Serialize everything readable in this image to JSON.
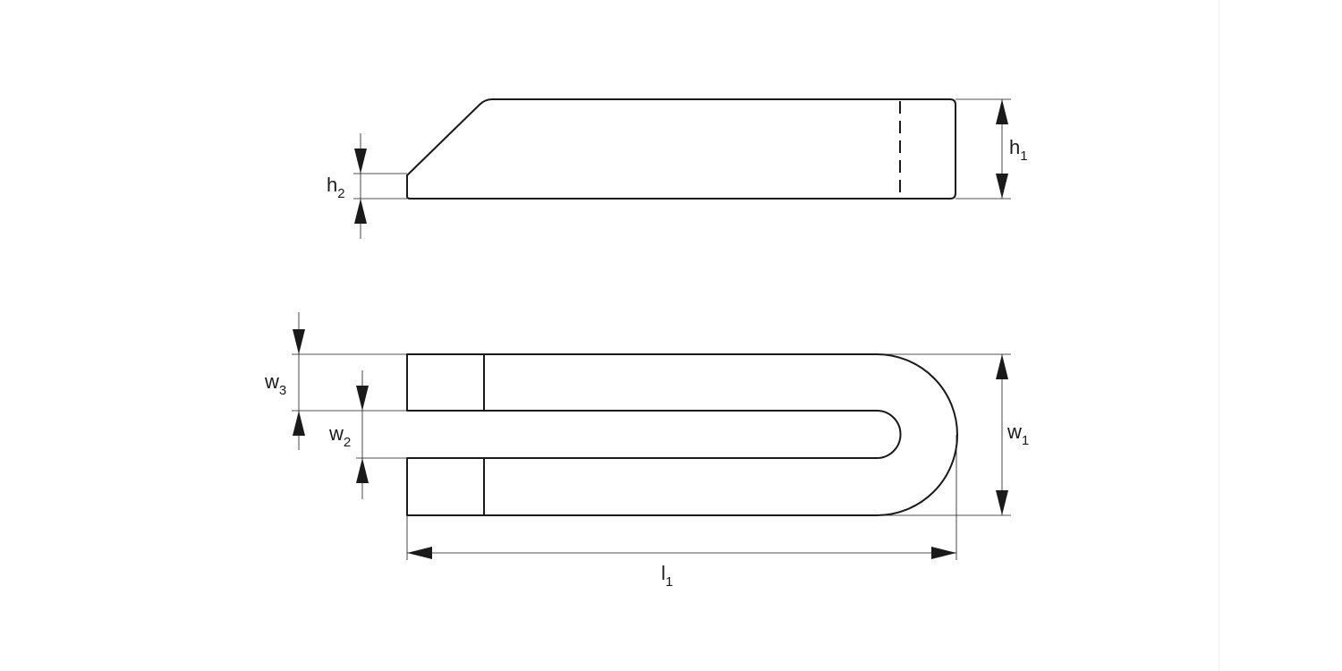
{
  "labels": {
    "h1": {
      "main": "h",
      "sub": "1"
    },
    "h2": {
      "main": "h",
      "sub": "2"
    },
    "w1": {
      "main": "w",
      "sub": "1"
    },
    "w2": {
      "main": "w",
      "sub": "2"
    },
    "w3": {
      "main": "w",
      "sub": "3"
    },
    "l1": {
      "main": "l",
      "sub": "1"
    }
  }
}
